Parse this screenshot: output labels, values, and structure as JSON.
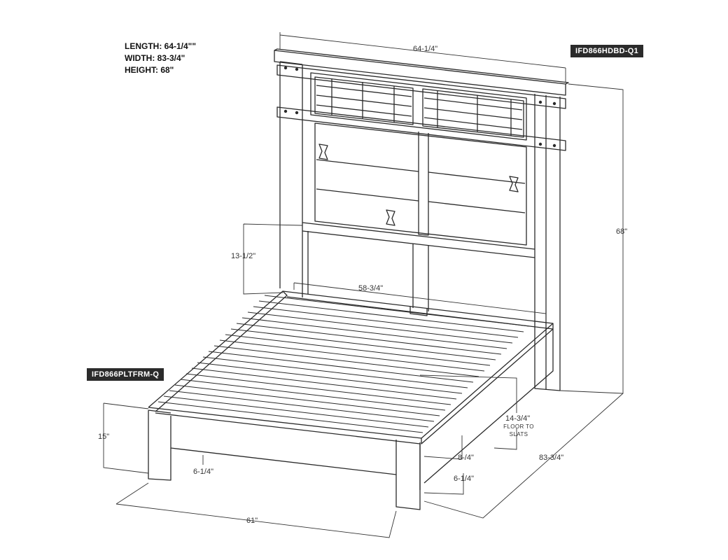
{
  "specs": {
    "length": "LENGTH: 64-1/4\"\"",
    "width": "WIDTH: 83-3/4\"",
    "height": "HEIGHT: 68\""
  },
  "tags": {
    "headboard": "IFD866HDBD-Q1",
    "platform": "IFD866PLTFRM-Q"
  },
  "dimensions": {
    "headboard_width": "64-1/4\"",
    "total_height": "68\"",
    "underside_clearance": "13-1/2\"",
    "inner_width": "58-3/4\"",
    "floor_to_slats": "14-3/4\"",
    "floor_to_slats_caption_1": "FLOOR TO",
    "floor_to_slats_caption_2": "SLATS",
    "rail_height": "8-/4\"",
    "leg_clearance_right": "6-1/4\"",
    "total_length": "83-3/4\"",
    "footboard_height": "15\"",
    "leg_clearance_left": "6-1/4\"",
    "footboard_width": "61\""
  },
  "colors": {
    "line": "#2a2a2a",
    "tag_bg": "#2b2b2b",
    "tag_text": "#ffffff"
  }
}
